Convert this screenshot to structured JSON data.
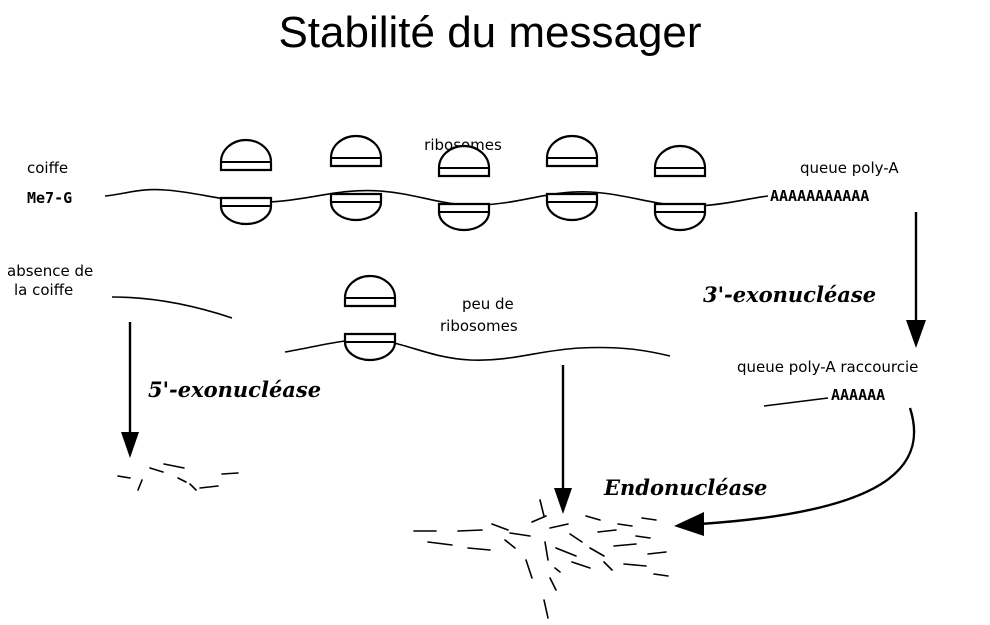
{
  "title": "Stabilité du messager",
  "labels": {
    "ribosomes": "ribosomes",
    "cap": "coiffe",
    "cap_code": "Me7-G",
    "polya": "queue poly-A",
    "polya_seq": "AAAAAAAAAAA",
    "no_cap_line1": "absence de",
    "no_cap_line2": "la coiffe",
    "few_ribo_line1": "peu de",
    "few_ribo_line2": "ribosomes",
    "short_polya": "queue poly-A raccourcie",
    "short_polya_seq": "AAAAAA"
  },
  "enzymes": {
    "exo3": "3'-exonucléase",
    "exo5": "5'-exonucléase",
    "endo": "Endonucléase"
  }
}
